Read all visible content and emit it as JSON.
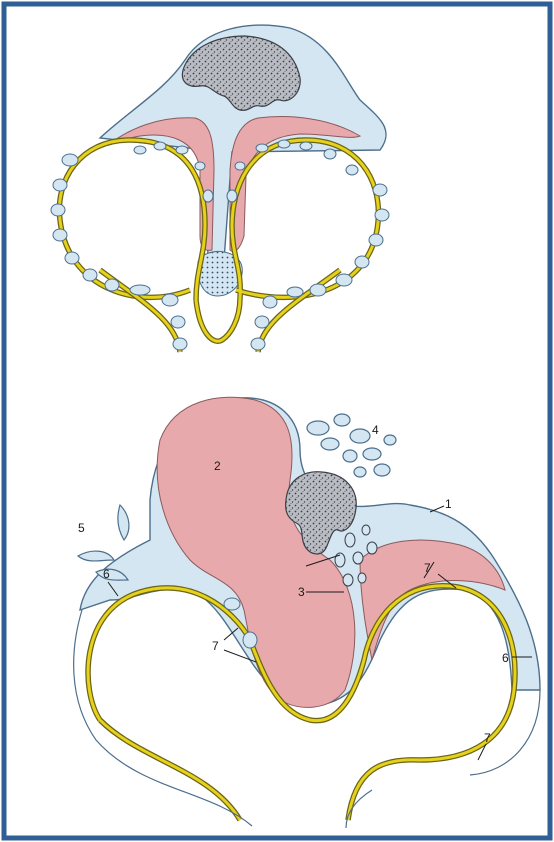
{
  "figure": {
    "colors": {
      "frame": "#2e5f95",
      "capillary": "#e6d21a",
      "capillary_outline": "#6b6418",
      "tissue": "#d4e6f2",
      "tissue_outline": "#4d6f8c",
      "pink_cell": "#e8a9ac",
      "nucleus": "#b9bcc2",
      "nucleus_dots": "#3b3f48"
    },
    "labels": {
      "l1": "1",
      "l2": "2",
      "l3": "3",
      "l4": "4",
      "l5": "5",
      "l6a": "6",
      "l6b": "6",
      "l7a": "7",
      "l7b": "7",
      "l7c": "7"
    }
  }
}
